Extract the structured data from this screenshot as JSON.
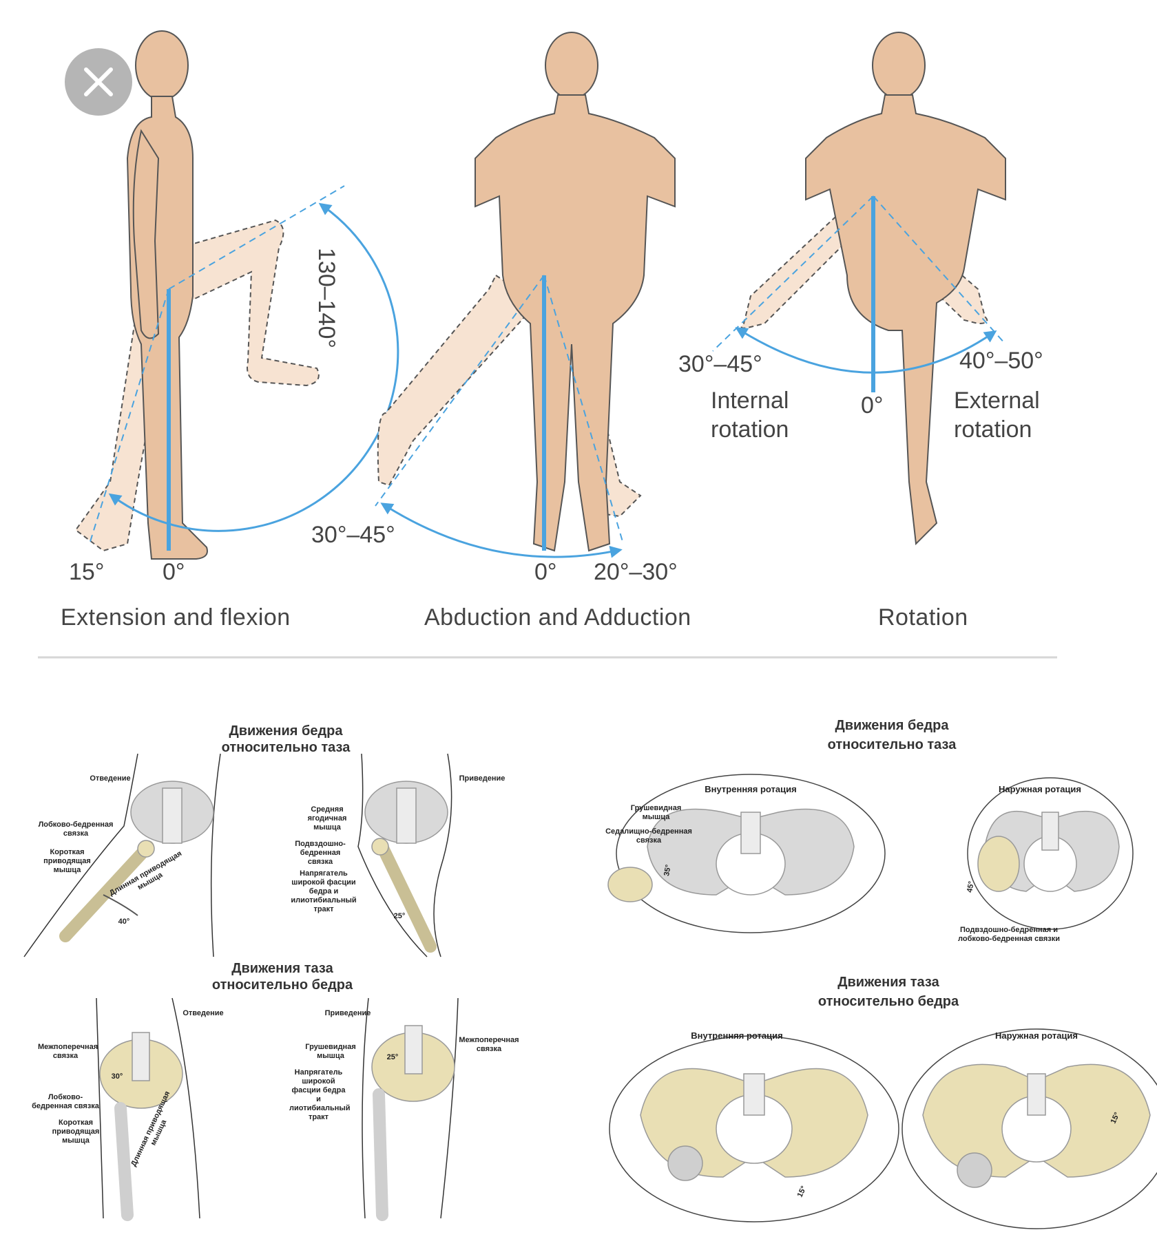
{
  "top": {
    "extension_flexion": {
      "caption": "Extension and flexion",
      "flexion_range": "130–140°",
      "extension": "15°",
      "neutral": "0°"
    },
    "abduction_adduction": {
      "caption": "Abduction and Adduction",
      "abduction": "30°–45°",
      "neutral": "0°",
      "adduction": "20°–30°"
    },
    "rotation": {
      "caption": "Rotation",
      "internal_range": "30°–45°",
      "internal_label_1": "Internal",
      "internal_label_2": "rotation",
      "neutral": "0°",
      "external_range": "40°–50°",
      "external_label_1": "External",
      "external_label_2": "rotation"
    }
  },
  "bottom_left": {
    "title_top_1": "Движения бедра",
    "title_top_2": "относительно таза",
    "abduction_label": "Отведение",
    "adduction_label": "Приведение",
    "pubofemoral": "Лобково-бедренная связка",
    "short_adductor": "Короткая приводящая мышца",
    "long_adductor": "Длинная приводящая мышца",
    "angle_40": "40°",
    "gluteus_medius": "Средняя ягодичная мышца",
    "iliofemoral": "Подвздошно-бедренная связка",
    "tfl": "Напрягатель широкой фасции бедра и илиотибиальный тракт",
    "angle_25": "25°",
    "title_bottom_1": "Движения таза",
    "title_bottom_2": "относительно бедра",
    "abduction_label_2": "Отведение",
    "adduction_label_2": "Приведение",
    "intertransverse": "Межпоперечная связка",
    "pubofemoral_2": "Лобково-бедренная связка",
    "short_adductor_2": "Короткая приводящая мышца",
    "long_adductor_2": "Длинная приводящая мышца",
    "angle_30": "30°",
    "piriformis": "Грушевидная мышца",
    "tfl_2": "Напрягатель широкой фасции бедра и лиотибиальный тракт",
    "intertransverse_2": "Межпоперечная связка",
    "angle_25b": "25°"
  },
  "bottom_right": {
    "title_top_1": "Движения бедра",
    "title_top_2": "относительно таза",
    "internal_rot": "Внутренняя ротация",
    "external_rot": "Наружная ротация",
    "piriformis": "Грушевидная мышца",
    "ischiofemoral": "Седалищно-бедренная связка",
    "angle_35": "35°",
    "angle_45": "45°",
    "ilio_pubo": "Подвздошно-бедренная и лобково-бедренная связки",
    "title_bottom_1": "Движения таза",
    "title_bottom_2": "относительно бедра",
    "internal_rot_2": "Внутренняя ротация",
    "external_rot_2": "Наружная ротация",
    "angle_15a": "15°",
    "angle_15b": "15°"
  },
  "colors": {
    "skin": "#e8c1a0",
    "skin_light": "#f7e3d2",
    "blue": "#4aa3df",
    "bone": "#e9dfb4",
    "bone_gray": "#cfcfcf",
    "close_bg": "#b5b5b5"
  }
}
